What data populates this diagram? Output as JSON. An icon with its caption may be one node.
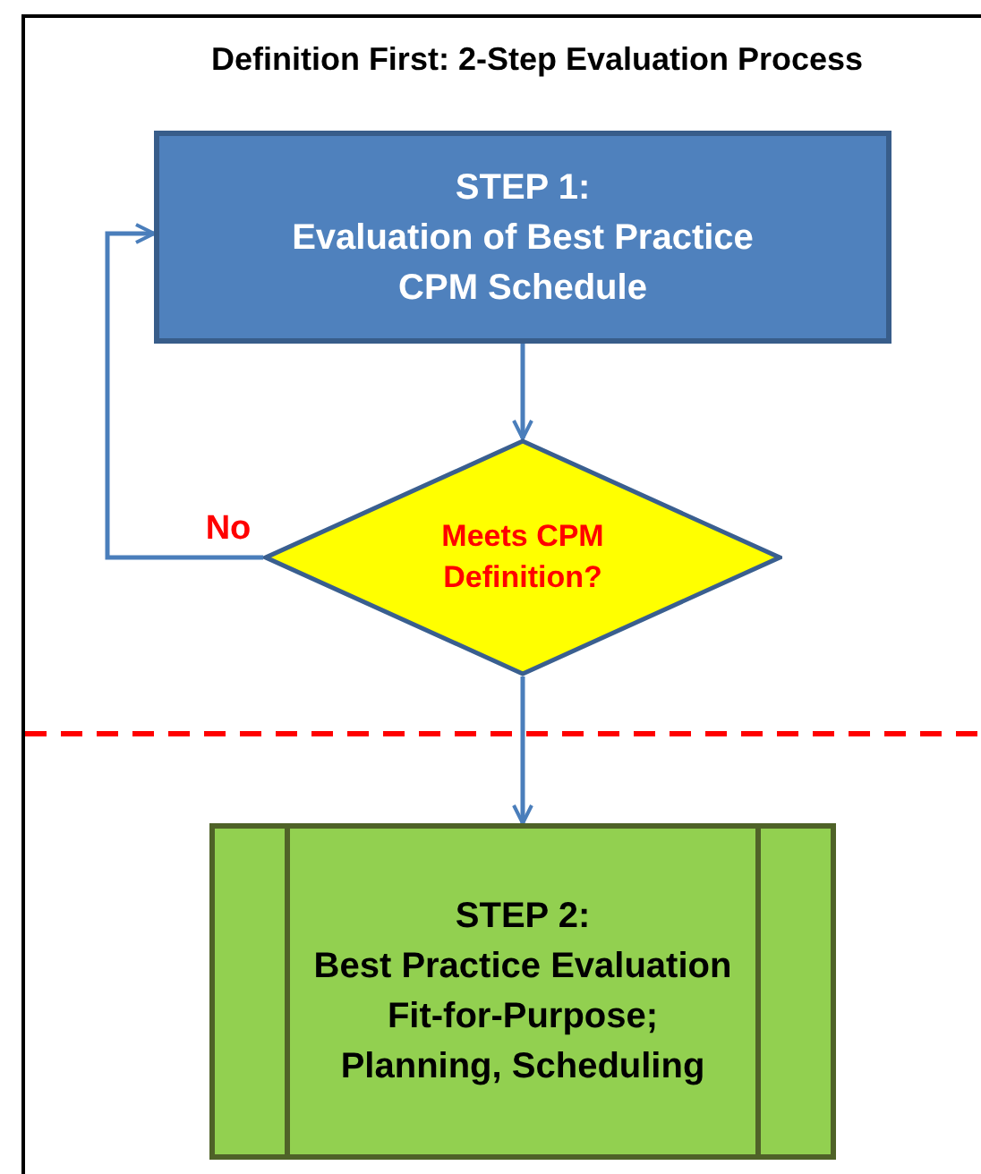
{
  "diagram": {
    "title": "Definition First: 2-Step Evaluation Process",
    "nodes": [
      {
        "text": [
          "STEP 1:",
          "Evaluation of Best Practice CPM Schedule"
        ]
      },
      {
        "text": [
          "Meets CPM Definition?"
        ]
      },
      {
        "text": [
          "STEP 2:",
          "Best Practice Evaluation",
          "Fit-for-Purpose; Planning, Scheduling"
        ]
      }
    ],
    "edges": [
      {
        "from": 0,
        "to": 1,
        "arrow": "to"
      },
      {
        "from": 1,
        "to": 0,
        "arrow": "to",
        "label": "No"
      },
      {
        "from": 1,
        "to": 2,
        "arrow": "to"
      }
    ]
  }
}
